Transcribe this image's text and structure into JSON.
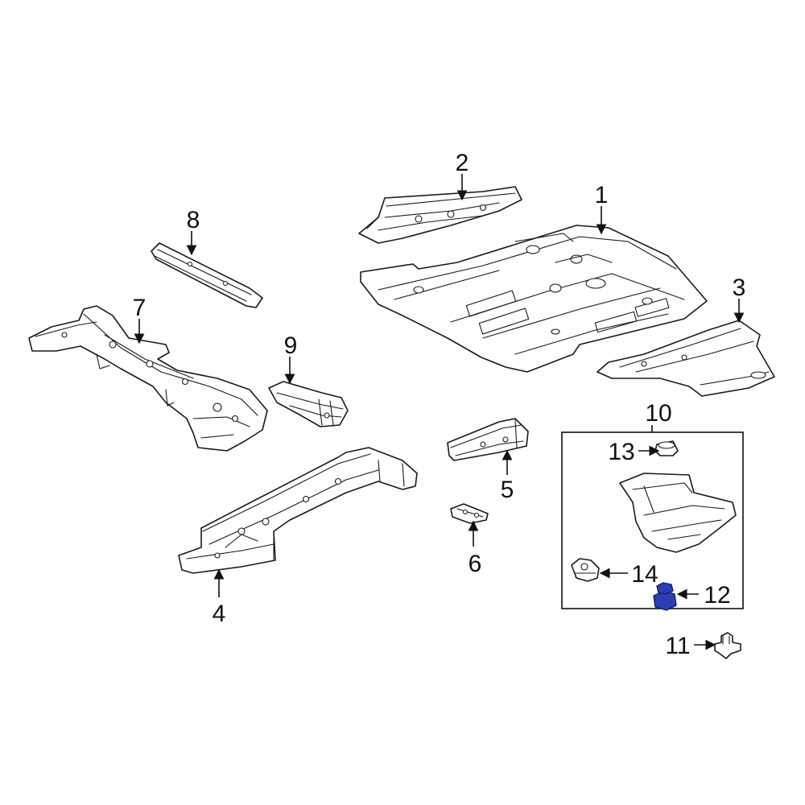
{
  "callouts": {
    "c1": "1",
    "c2": "2",
    "c3": "3",
    "c4": "4",
    "c5": "5",
    "c6": "6",
    "c7": "7",
    "c8": "8",
    "c9": "9",
    "c10": "10",
    "c11": "11",
    "c12": "12",
    "c13": "13",
    "c14": "14"
  },
  "highlighted_part": "12",
  "colors": {
    "line": "#1a1a1a",
    "highlight": "#2a3fb5",
    "background": "#ffffff"
  }
}
